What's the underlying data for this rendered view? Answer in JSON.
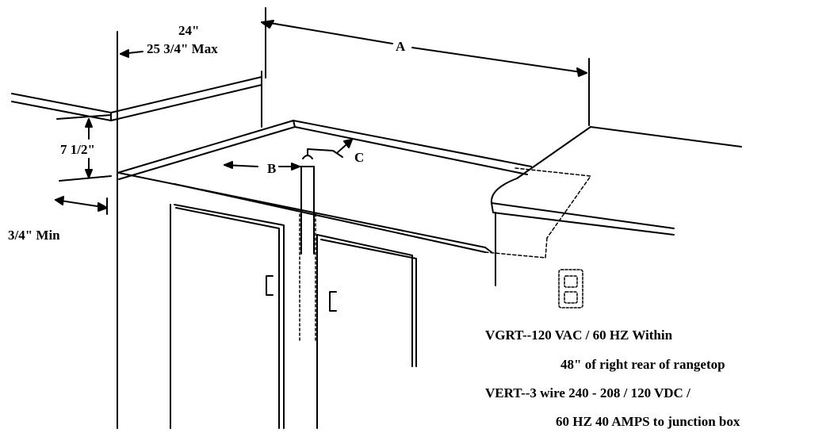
{
  "dimensions": {
    "width_standard": "24\"",
    "width_max": "25 3/4\" Max",
    "a": "A",
    "b": "B",
    "c": "C",
    "height": "7 1/2\"",
    "overhang_min": "3/4\" Min"
  },
  "notes": {
    "vgrt_line1": "VGRT--120 VAC / 60 HZ Within",
    "vgrt_line2": "48\" of right rear of rangetop",
    "vert_line1": "VERT--3 wire 240 - 208 / 120 VDC /",
    "vert_line2": "60 HZ 40 AMPS to junction box"
  },
  "colors": {
    "ink": "#000000",
    "paper": "#ffffff"
  }
}
